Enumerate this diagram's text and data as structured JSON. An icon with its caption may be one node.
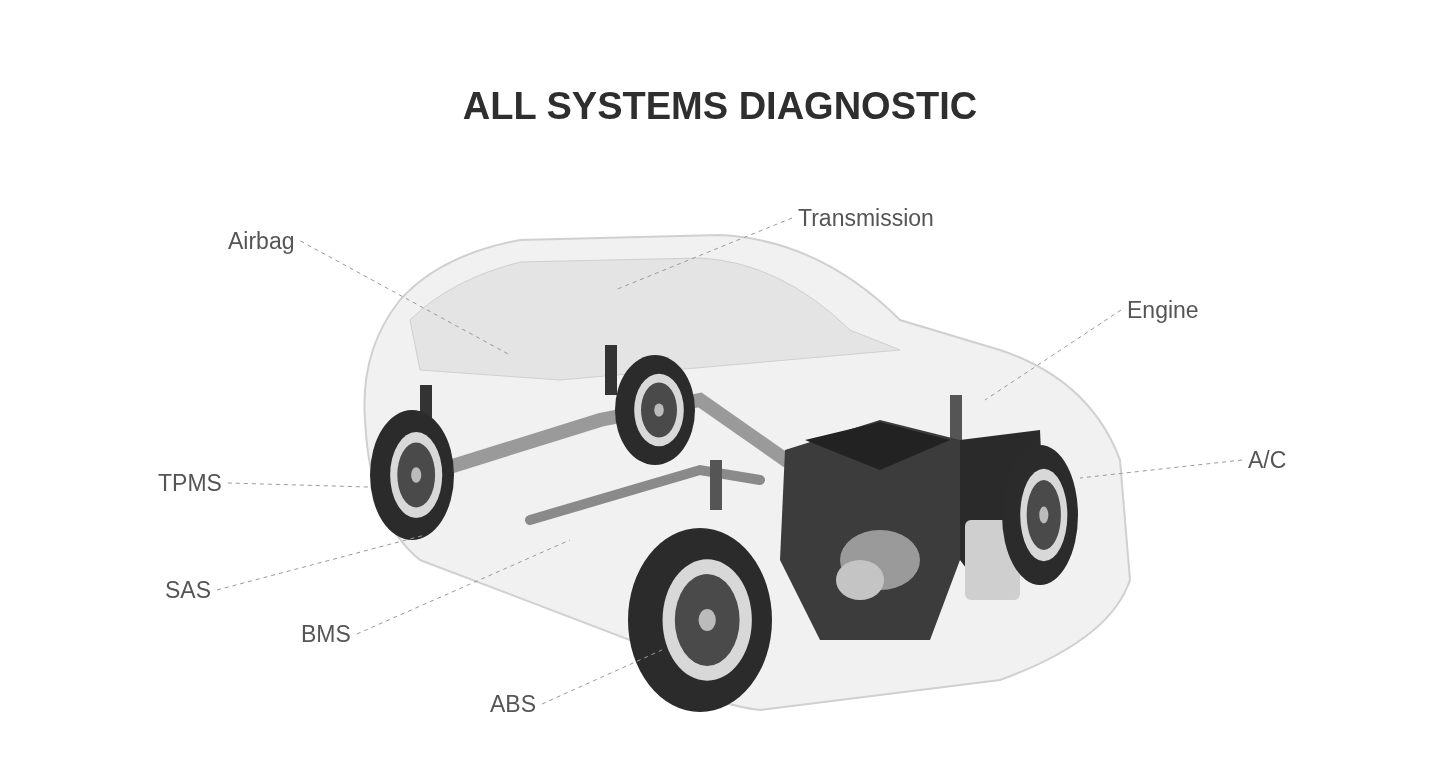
{
  "diagram": {
    "title": "ALL SYSTEMS DIAGNOSTIC",
    "nodes": [
      {
        "text": [
          "Airbag"
        ]
      },
      {
        "text": [
          "Transmission"
        ]
      },
      {
        "text": [
          "Engine"
        ]
      },
      {
        "text": [
          "A/C"
        ]
      },
      {
        "text": [
          "TPMS"
        ]
      },
      {
        "text": [
          "SAS"
        ]
      },
      {
        "text": [
          "BMS"
        ]
      },
      {
        "text": [
          "ABS"
        ]
      }
    ],
    "edges": [
      {
        "from": 0,
        "to": null,
        "arrow": "none",
        "style": "dashed"
      },
      {
        "from": 1,
        "to": null,
        "arrow": "none",
        "style": "dashed"
      },
      {
        "from": 2,
        "to": null,
        "arrow": "none",
        "style": "dashed"
      },
      {
        "from": 3,
        "to": null,
        "arrow": "none",
        "style": "dashed"
      },
      {
        "from": 4,
        "to": null,
        "arrow": "none",
        "style": "dashed"
      },
      {
        "from": 5,
        "to": null,
        "arrow": "none",
        "style": "dashed"
      },
      {
        "from": 6,
        "to": null,
        "arrow": "none",
        "style": "dashed"
      },
      {
        "from": 7,
        "to": null,
        "arrow": "none",
        "style": "dashed"
      }
    ]
  }
}
